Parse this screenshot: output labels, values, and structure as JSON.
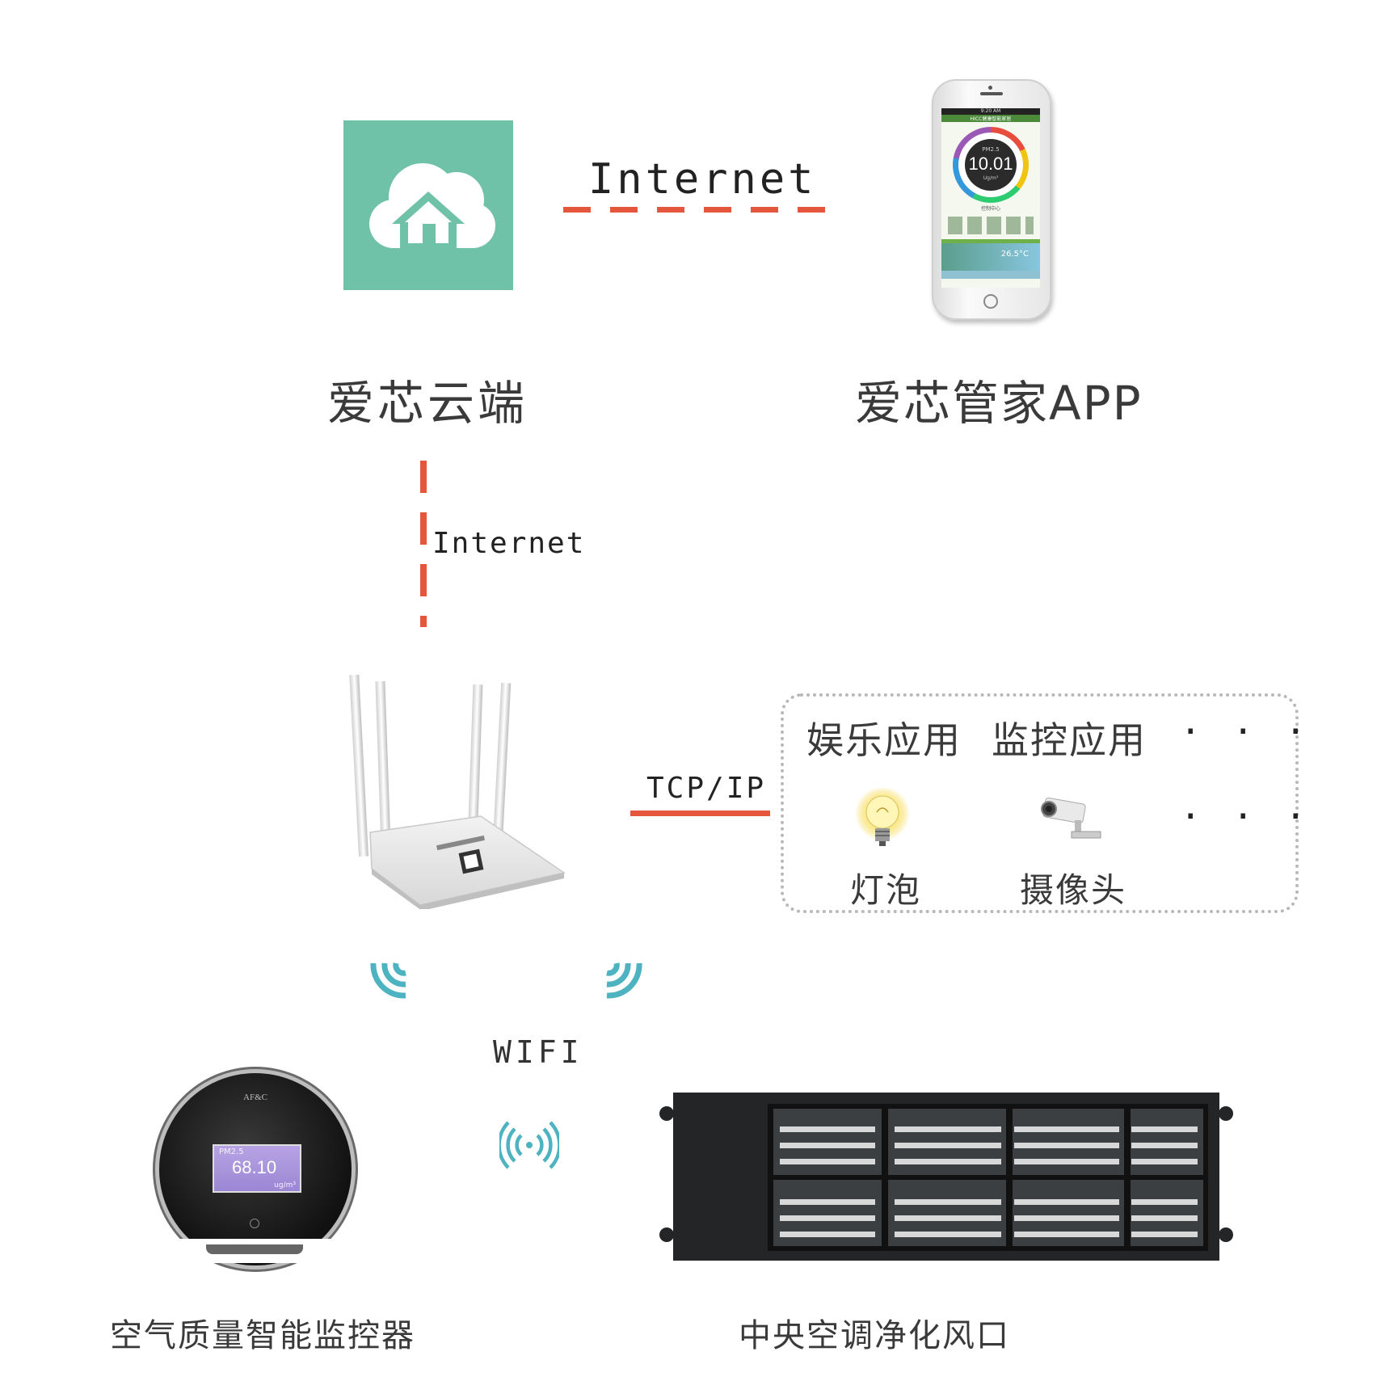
{
  "cloud": {
    "label": "爱芯云端",
    "color": "#6fc1a8"
  },
  "app": {
    "label": "爱芯管家APP",
    "screen": {
      "time": "9:20 AM",
      "title": "HICC健康智能家居",
      "metric": "PM2.5",
      "value": "10.01",
      "unit": "Ug/m³",
      "control": "控制中心",
      "temp": "26.5°C"
    }
  },
  "links": {
    "cloud_app": "Internet",
    "cloud_router": "Internet",
    "router_apps": "TCP/IP",
    "wireless": "WIFI"
  },
  "apps": {
    "categories": [
      "娱乐应用",
      "监控应用"
    ],
    "more": "· · ·",
    "devices": [
      {
        "label": "灯泡",
        "icon": "light-bulb-icon"
      },
      {
        "label": "摄像头",
        "icon": "camera-icon"
      }
    ],
    "devices_more": "· · ·"
  },
  "monitor": {
    "label": "空气质量智能监控器",
    "brand": "AF&C",
    "metric": "PM2.5",
    "value": "68.10",
    "unit": "ug/m³"
  },
  "vent": {
    "label": "中央空调净化风口"
  },
  "colors": {
    "link": "#e4573d",
    "wifi": "#4eb3c0",
    "cloud_bg": "#6fc1a8"
  }
}
